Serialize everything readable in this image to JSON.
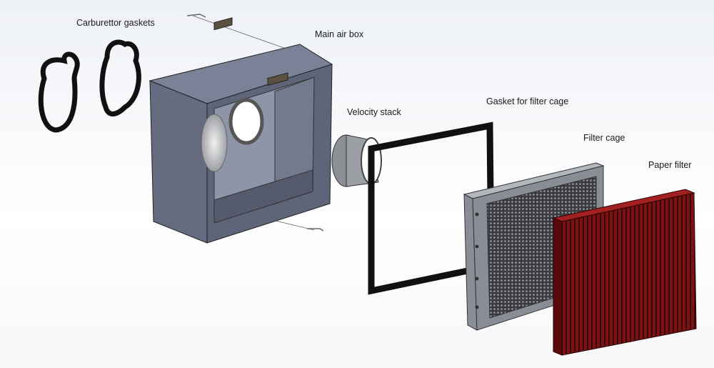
{
  "labels": {
    "carburettor_gaskets": "Carburettor gaskets",
    "main_air_box": "Main air box",
    "velocity_stack": "Velocity stack",
    "gasket_for_filter_cage": "Gasket for filter cage",
    "filter_cage": "Filter cage",
    "paper_filter": "Paper filter"
  },
  "colors": {
    "air_box": "#6b7287",
    "gasket": "#111111",
    "filter_cage": "#8a8d96",
    "paper_filter": "#7a1414"
  }
}
